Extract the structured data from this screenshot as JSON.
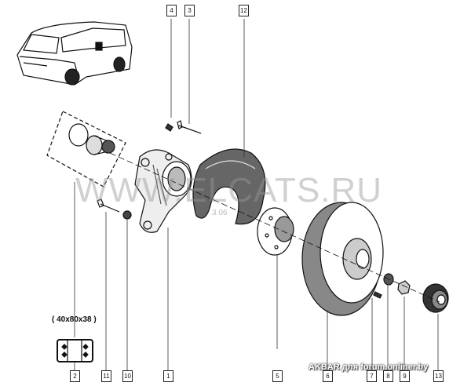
{
  "diagram": {
    "callouts_top": [
      "4",
      "3",
      "12"
    ],
    "callouts_bottom": [
      "2",
      "11",
      "10",
      "1",
      "5",
      "6",
      "7",
      "8",
      "9",
      "13"
    ],
    "bearing_dimensions": "( 40x80x38 )",
    "watermark": "WWW.ELCATS.RU",
    "drawing_code": "3.06",
    "credit": "AKBAR для forum.onliner.by"
  }
}
